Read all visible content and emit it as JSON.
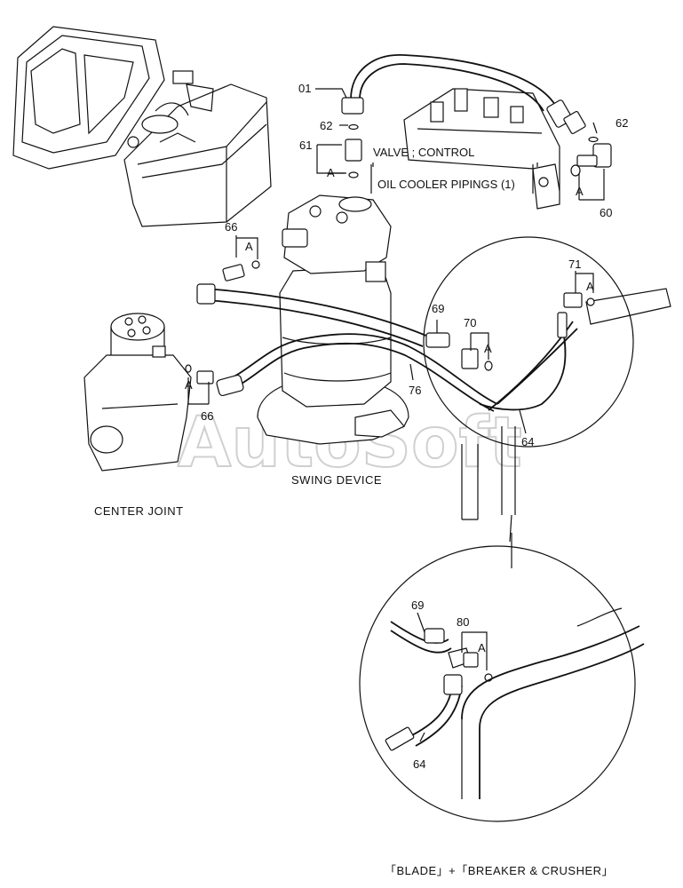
{
  "labels": {
    "valve_control": "VALVE ; CONTROL",
    "oil_cooler": "OIL COOLER PIPINGS (1)",
    "swing_device": "SWING DEVICE",
    "center_joint": "CENTER JOINT",
    "footer": "「BLADE」+「BREAKER & CRUSHER」",
    "watermark": "AutoSoft"
  },
  "callouts": {
    "p01": "01",
    "p62a": "62",
    "p61": "61",
    "p62b": "62",
    "p60": "60",
    "p66a": "66",
    "p66b": "66",
    "p71": "71",
    "p69a": "69",
    "p70": "70",
    "p76": "76",
    "p64a": "64",
    "p69b": "69",
    "p80": "80",
    "p64b": "64"
  },
  "letters": {
    "a61": "A",
    "a60": "A",
    "a66a": "A",
    "a66b": "A",
    "a71": "A",
    "a70": "A",
    "a80": "A"
  }
}
